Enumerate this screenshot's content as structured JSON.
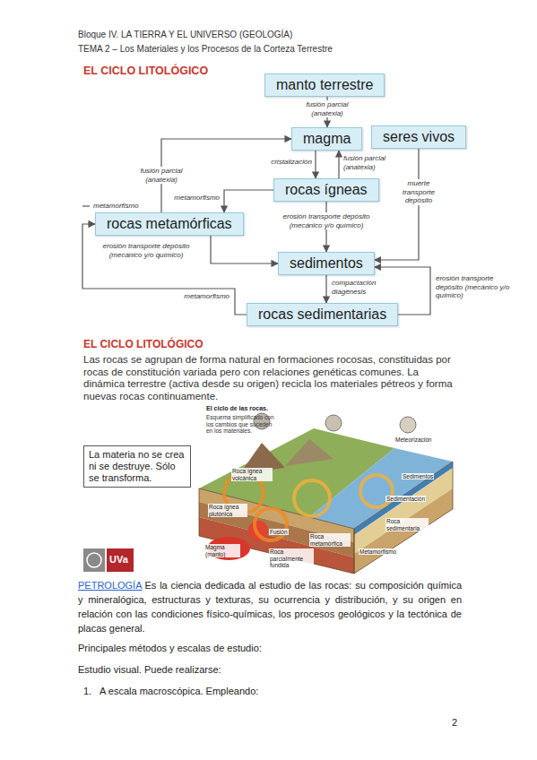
{
  "diagram": {
    "title": "EL CICLO LITOLÓGICO",
    "nodes": [
      {
        "text": [
          "manto terrestre"
        ]
      },
      {
        "text": [
          "magma"
        ]
      },
      {
        "text": [
          "seres vivos"
        ]
      },
      {
        "text": [
          "rocas ígneas"
        ]
      },
      {
        "text": [
          "rocas metamórficas"
        ]
      },
      {
        "text": [
          "sedimentos"
        ]
      },
      {
        "text": [
          "rocas sedimentarias"
        ]
      },
      {
        "text": [
          "La materia no se crea ni se destruye. Sólo se transforma."
        ]
      }
    ],
    "edges": [
      {
        "from": 0,
        "to": 1,
        "label": "fusión parcial (anatexia)",
        "arrow": "to"
      },
      {
        "from": 1,
        "to": 3,
        "label": "cristalización",
        "arrow": "to"
      },
      {
        "from": 3,
        "to": 1,
        "label": "fusión parcial (anatexia)",
        "arrow": "to"
      },
      {
        "from": 4,
        "to": 1,
        "label": "fusión parcial (anatexia)",
        "arrow": "to"
      },
      {
        "from": 3,
        "to": 4,
        "label": "metamorfismo",
        "arrow": "to"
      },
      {
        "from": 3,
        "to": 5,
        "label": "erosión transporte depósito (mecánico y/o químico)",
        "arrow": "to"
      },
      {
        "from": 4,
        "to": 5,
        "label": "erosión transporte depósito (mecánico y/o químico)",
        "arrow": "to"
      },
      {
        "from": 2,
        "to": 5,
        "label": "muerte transporte depósito",
        "arrow": "to"
      },
      {
        "from": 5,
        "to": 6,
        "label": "compactación diagénesis",
        "arrow": "to"
      },
      {
        "from": 6,
        "to": 4,
        "label": "metamorfismo",
        "arrow": "to"
      },
      {
        "from": 6,
        "to": 5,
        "label": "erosión transporte depósito (mecánico y/o químico)",
        "arrow": "to"
      }
    ],
    "labels": [
      "Bloque IV. LA TIERRA Y EL UNIVERSO (GEOLOGÍA)",
      "TEMA 2 – Los Materiales y los Procesos de la Corteza Terrestre",
      "metamorfismo",
      "EL CICLO LITOLÓGICO",
      "Las rocas se agrupan de forma natural en formaciones rocosas, constituidas por rocas de constitución variada pero con relaciones genéticas comunes. La dinámica terrestre (activa desde su origen) recicla los materiales pétreos y forma nuevas rocas continuamente.",
      "El ciclo de las rocas.",
      "Esquema simplificado con los cambios que suceden en los materiales.",
      "Meteorización",
      "Roca ígnea volcánica",
      "Sedimentos",
      "Sedimentación",
      "Roca sedimentaria",
      "Roca metamórfica",
      "Metamorfismo",
      "Roca ígnea plutónica",
      "Fusión",
      "Roca parcialmente fundida",
      "Magma (manto)",
      "UVa",
      "PETROLOGÍA",
      "Es la ciencia dedicada al estudio de las rocas: su composición química y mineralógica, estructuras y texturas, su ocurrencia y distribución, y su origen en relación con las condiciones físico-químicas, los procesos geológicos y la tectónica de placas general.",
      "Principales métodos y escalas de estudio:",
      "Estudio visual. Puede realizarse:",
      "1.",
      "A escala macroscópica. Empleando:",
      "2"
    ]
  }
}
